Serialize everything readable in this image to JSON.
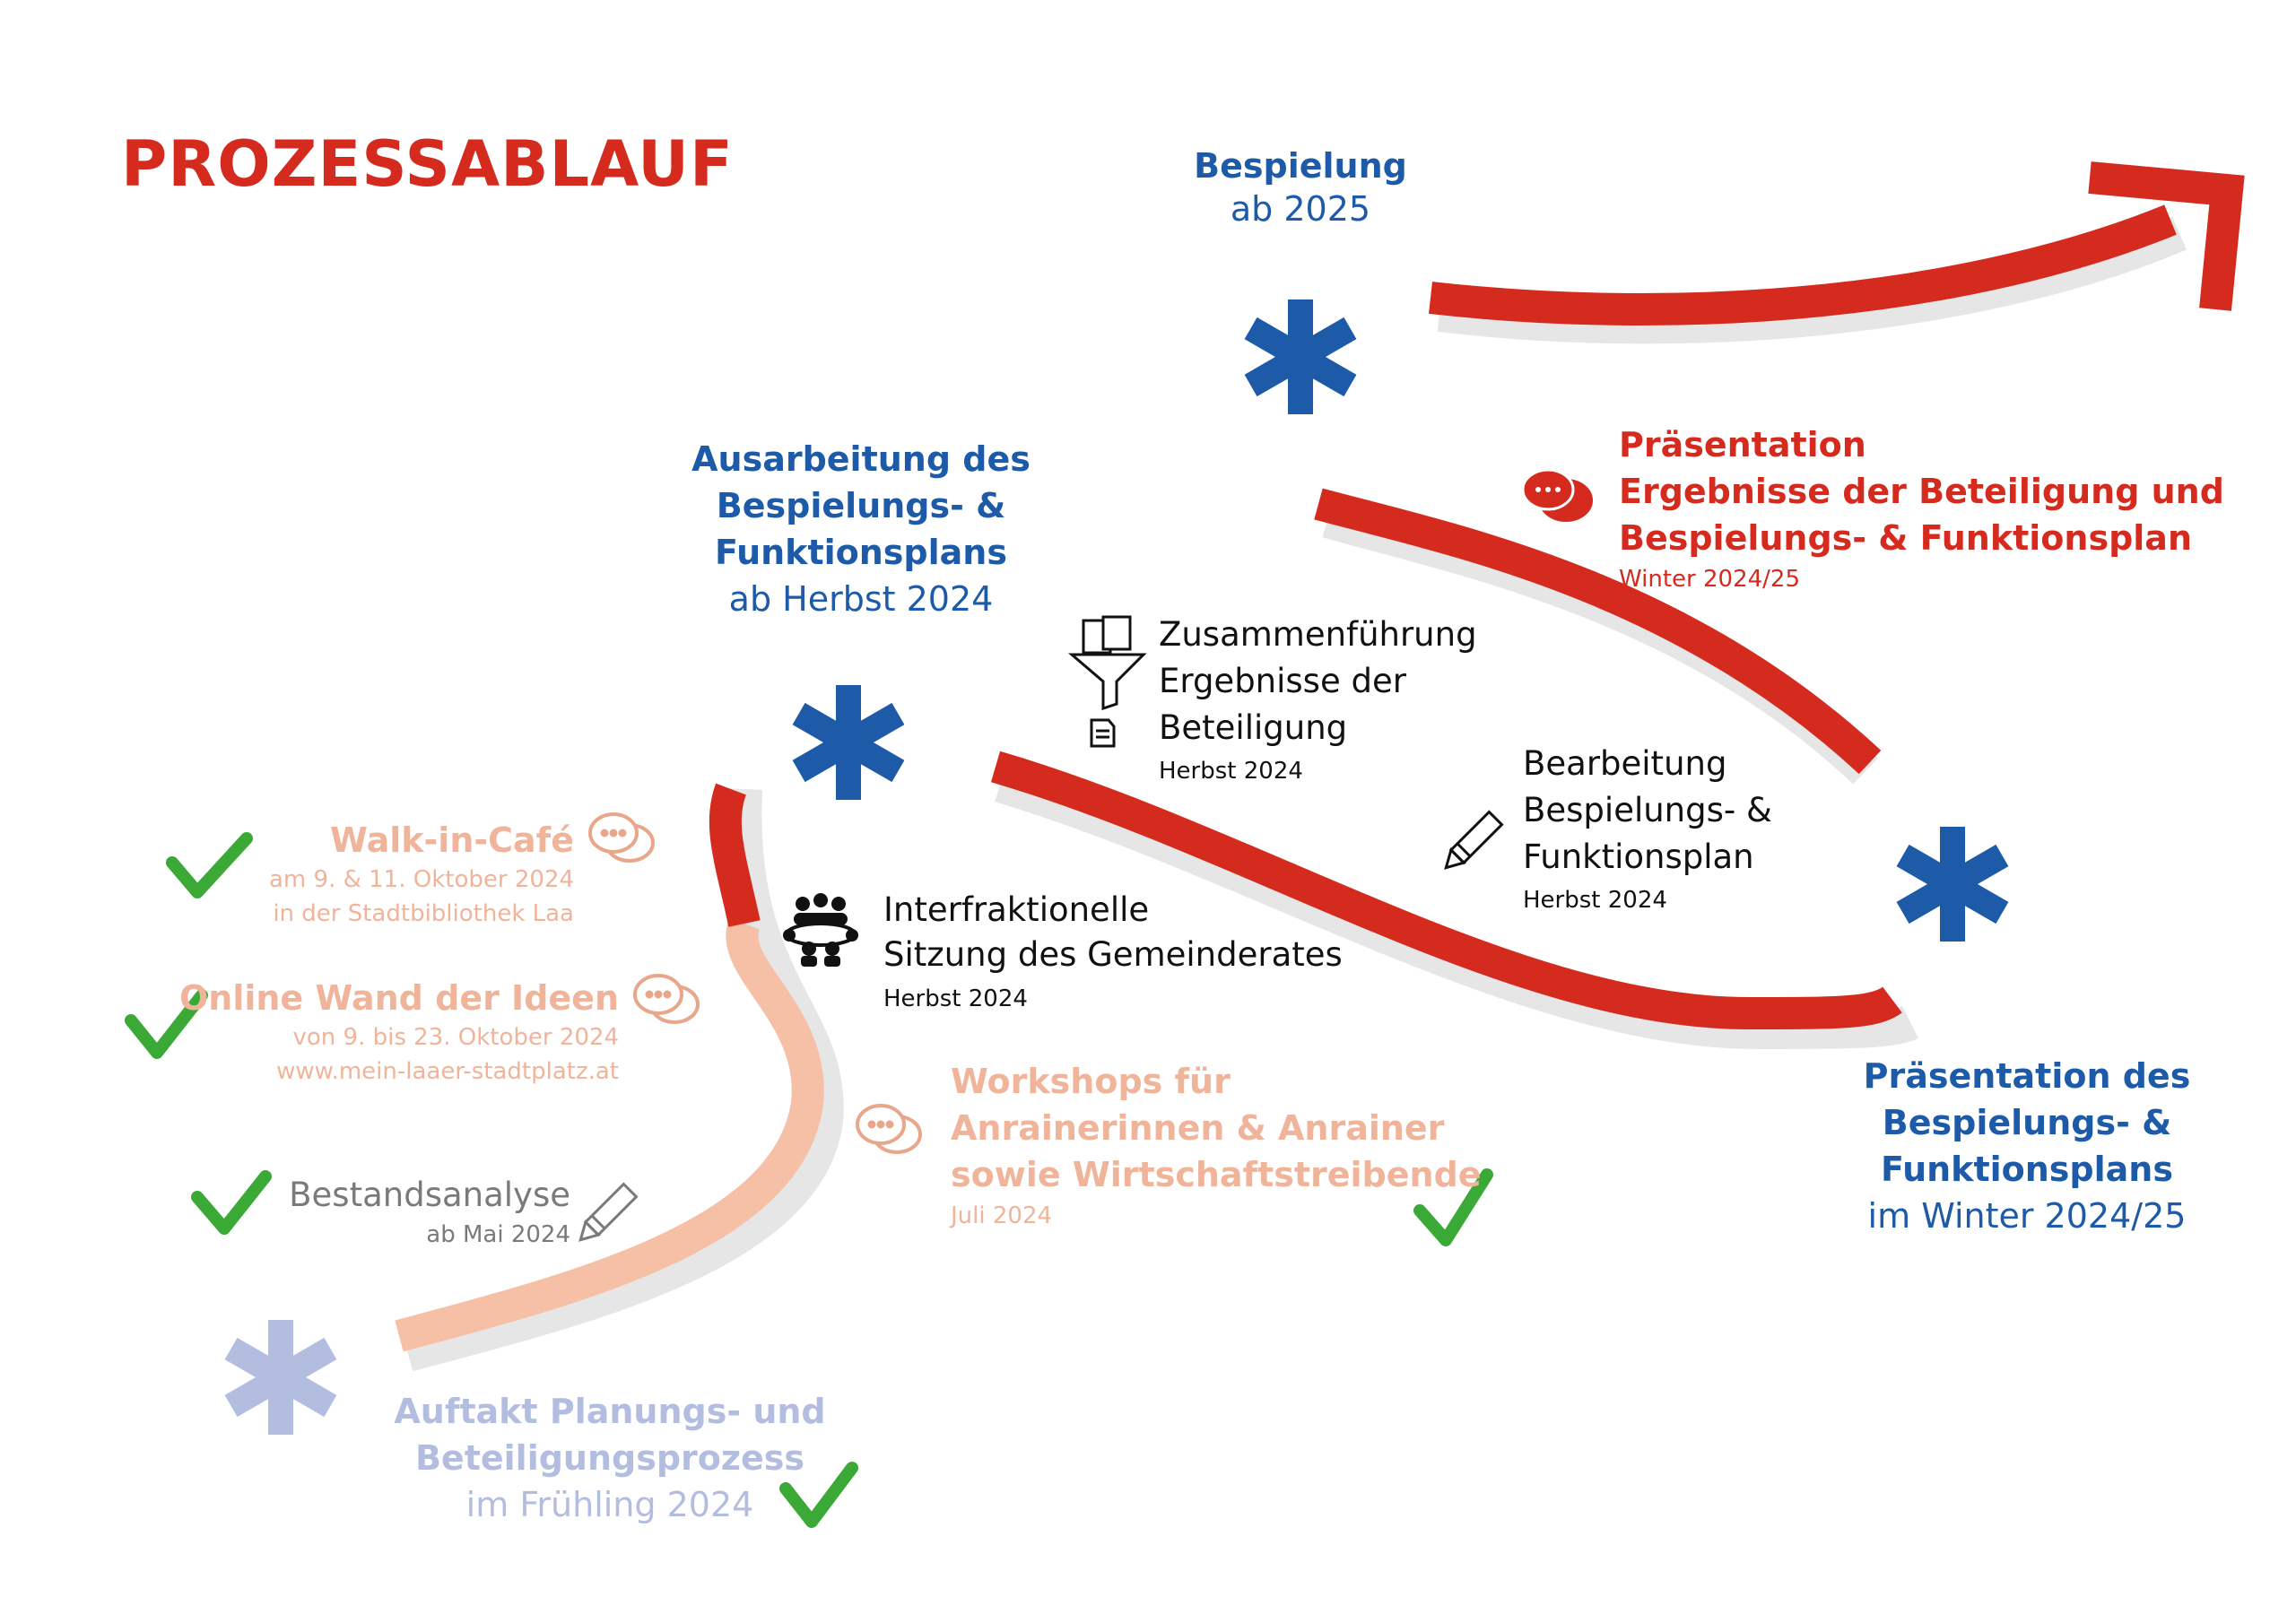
{
  "title": "PROZESSABLAUF",
  "colors": {
    "red": "#d52b1e",
    "blue": "#1d5aa8",
    "peach": "#f5c0a6",
    "lavender": "#b3bde0",
    "green": "#3aa935",
    "shadow": "#e4e4e4"
  },
  "milestones": {
    "bespielung": {
      "title": "Bespielung",
      "date": "ab 2025"
    },
    "ausarbeitung": {
      "lines": [
        "Ausarbeitung des",
        "Bespielungs- &",
        "Funktionsplans"
      ],
      "date": "ab Herbst 2024"
    },
    "praesentation_plan": {
      "lines": [
        "Präsentation des",
        "Bespielungs- &",
        "Funktionsplans"
      ],
      "date": "im Winter 2024/25"
    },
    "auftakt": {
      "lines": [
        "Auftakt Planungs- und",
        "Beteiligungsprozess"
      ],
      "date": "im Frühling 2024"
    }
  },
  "steps": {
    "praesentation_ergebnisse": {
      "lines": [
        "Präsentation",
        "Ergebnisse der Beteiligung und",
        "Bespielungs- & Funktionsplan"
      ],
      "date": "Winter 2024/25",
      "icon": "chat-bubbles-icon"
    },
    "zusammenfuehrung": {
      "lines": [
        "Zusammenführung",
        "Ergebnisse der",
        "Beteiligung"
      ],
      "date": "Herbst 2024",
      "icon": "funnel-documents-icon"
    },
    "bearbeitung": {
      "lines": [
        "Bearbeitung",
        "Bespielungs- &",
        "Funktionsplan"
      ],
      "date": "Herbst 2024",
      "icon": "pencil-icon"
    },
    "interfraktionelle": {
      "lines": [
        "Interfraktionelle",
        "Sitzung des Gemeinderates"
      ],
      "date": "Herbst 2024",
      "icon": "group-meeting-icon"
    },
    "workshops": {
      "lines": [
        "Workshops für",
        "Anrainerinnen & Anrainer",
        "sowie Wirtschaftstreibende"
      ],
      "date": "Juli 2024",
      "icon": "chat-bubbles-icon",
      "done": true
    },
    "walkin": {
      "title": "Walk-in-Café",
      "lines": [
        "am 9. & 11. Oktober 2024",
        "in der Stadtbibliothek Laa"
      ],
      "icon": "chat-bubbles-icon",
      "done": true
    },
    "online": {
      "title": "Online Wand der Ideen",
      "lines": [
        "von 9. bis 23. Oktober 2024",
        "www.mein-laaer-stadtplatz.at"
      ],
      "icon": "chat-bubbles-icon",
      "done": true
    },
    "bestand": {
      "title": "Bestandsanalyse",
      "date": "ab Mai 2024",
      "icon": "pencil-icon",
      "done": true
    }
  }
}
